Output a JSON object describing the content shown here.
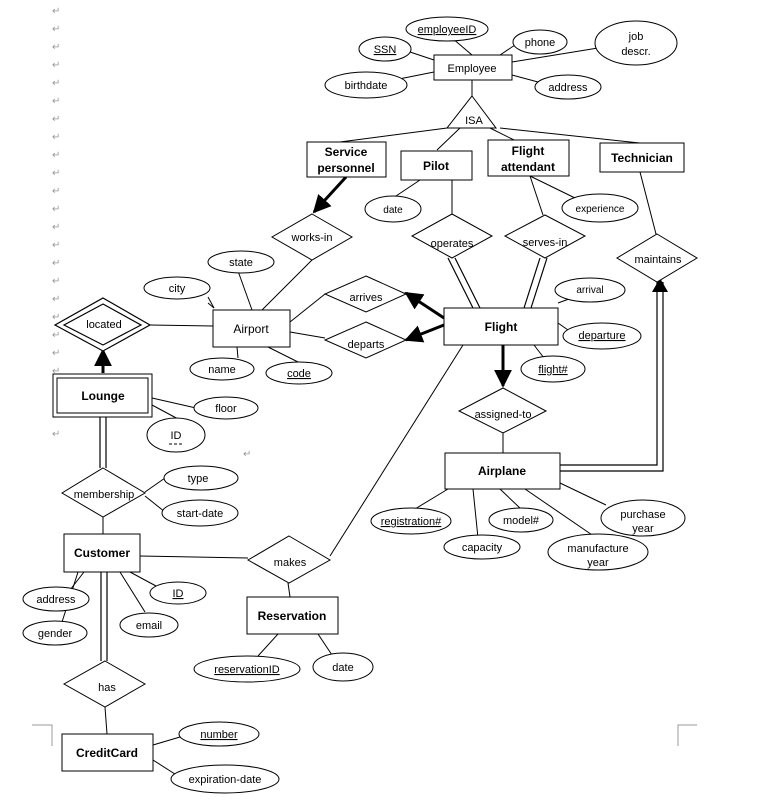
{
  "marks": {
    "return": "↵",
    "paragraph_marks": [
      "↵",
      "↵",
      "↵",
      "↵",
      "↵",
      "↵",
      "↵",
      "↵",
      "↵",
      "↵",
      "↵",
      "↵",
      "↵",
      "↵",
      "↵",
      "↵",
      "↵",
      "↵",
      "↵",
      "↵",
      "↵",
      "↵",
      "↵"
    ]
  },
  "entities": {
    "employee": "Employee",
    "service_personnel_1": "Service",
    "service_personnel_2": "personnel",
    "pilot": "Pilot",
    "flight_attendant_1": "Flight",
    "flight_attendant_2": "attendant",
    "technician": "Technician",
    "airport": "Airport",
    "flight": "Flight",
    "lounge": "Lounge",
    "airplane": "Airplane",
    "customer": "Customer",
    "reservation": "Reservation",
    "creditcard": "CreditCard"
  },
  "relationships": {
    "isa": "ISA",
    "works_in": "works-in",
    "operates": "operates",
    "serves_in": "serves-in",
    "maintains": "maintains",
    "arrives": "arrives",
    "departs": "departs",
    "located": "located",
    "assigned_to": "assigned-to",
    "membership": "membership",
    "makes": "makes",
    "has": "has"
  },
  "attributes": {
    "employeeID": "employeeID",
    "ssn": "SSN",
    "phone": "phone",
    "job_descr_1": "job",
    "job_descr_2": "descr.",
    "birthdate": "birthdate",
    "address_emp": "address",
    "date_pilot": "date",
    "experience": "experience",
    "state": "state",
    "city": "city",
    "name": "name",
    "code": "code",
    "floor": "floor",
    "lounge_id": "ID",
    "arrival": "arrival",
    "departure": "departure",
    "flight_no": "flight#",
    "type": "type",
    "start_date": "start-date",
    "registration": "registration#",
    "model": "model#",
    "capacity": "capacity",
    "purchase_year_1": "purchase",
    "purchase_year_2": "year",
    "manufacture_year_1": "manufacture",
    "manufacture_year_2": "year",
    "address_cust": "address",
    "customer_id": "ID",
    "gender": "gender",
    "email": "email",
    "reservationID": "reservationID",
    "res_date": "date",
    "number": "number",
    "expiration_date": "expiration-date"
  }
}
